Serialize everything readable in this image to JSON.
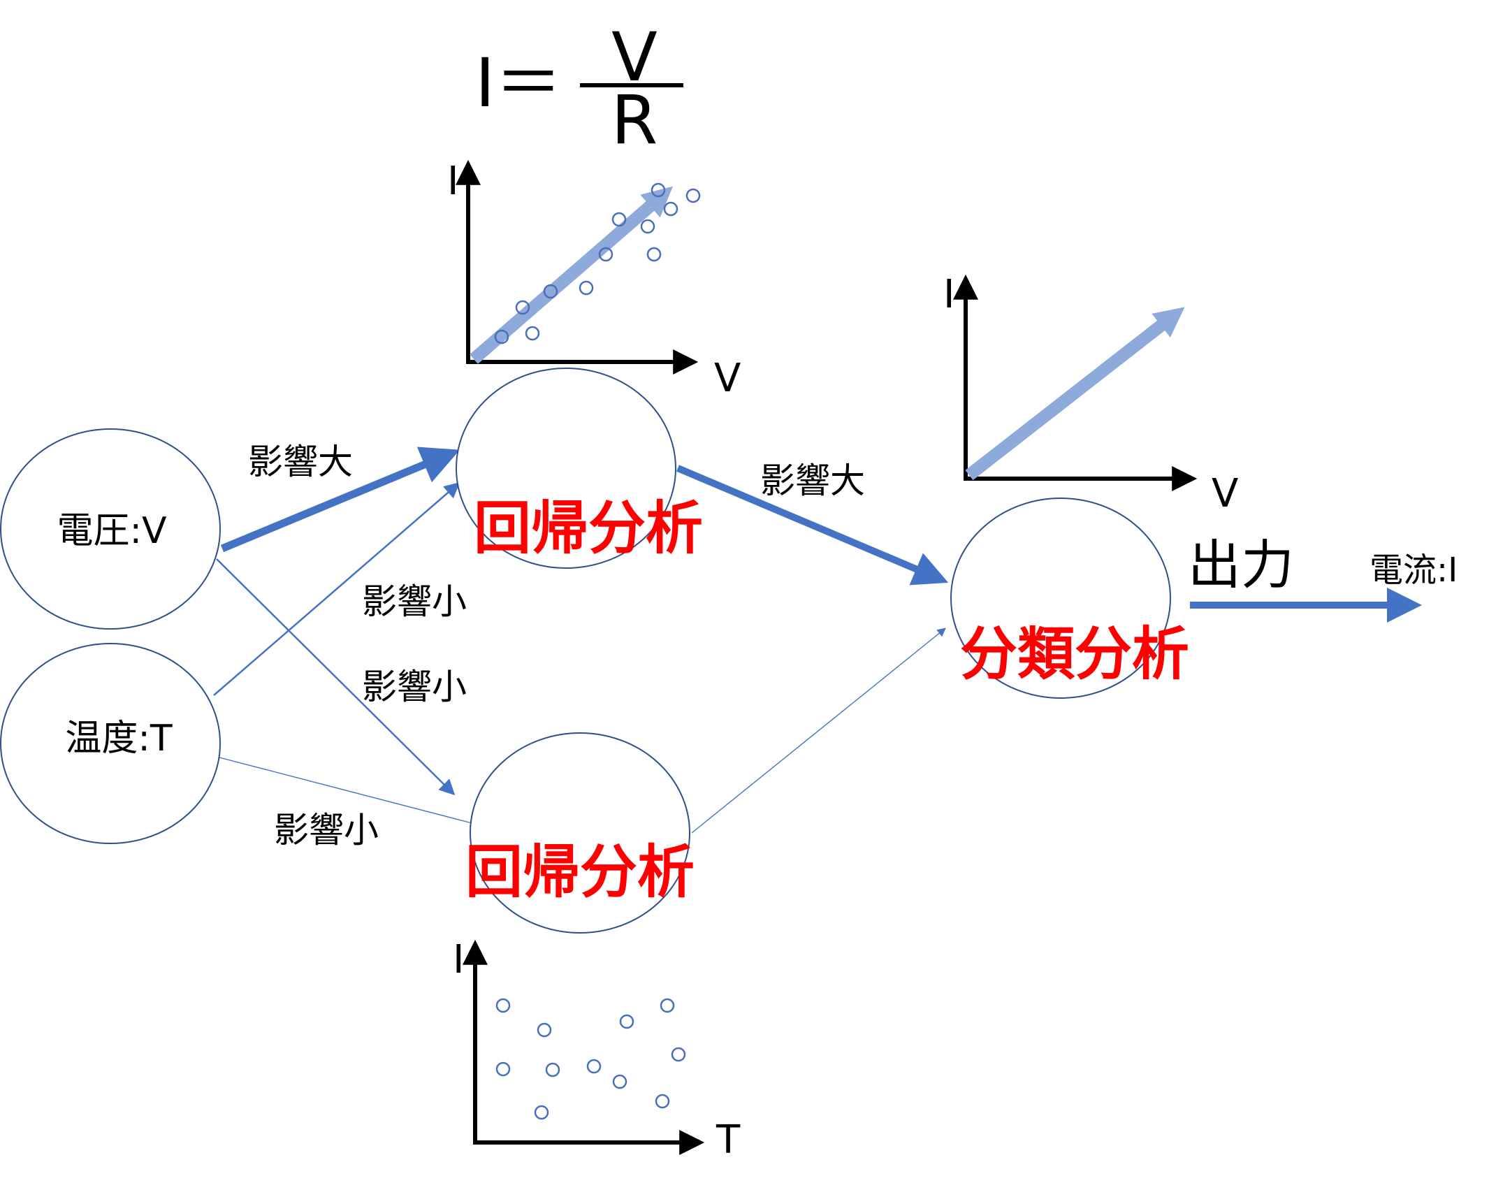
{
  "formula": {
    "lhs": "I＝",
    "numerator": "V",
    "denominator": "R"
  },
  "colors": {
    "arrow": "#4472c4",
    "trend": "#8eaadb",
    "node_stroke": "#2f4f8a",
    "red_text": "#ff0000",
    "axis": "#000000"
  },
  "nodes": {
    "voltage": "電圧:V",
    "temperature": "温度:T",
    "regression_top": "回帰分析",
    "regression_bottom": "回帰分析",
    "classification": "分類分析"
  },
  "edge_labels": {
    "v_to_reg_top": "影響大",
    "reg_top_to_class": "影響大",
    "t_to_reg_top": "影響小",
    "v_to_reg_bottom": "影響小",
    "t_to_reg_bottom": "影響小"
  },
  "output": {
    "label": "出力",
    "target": "電流:I"
  },
  "plots": {
    "top": {
      "y_label": "I",
      "x_label": "V"
    },
    "right": {
      "y_label": "I",
      "x_label": "V"
    },
    "bottom": {
      "y_label": "I",
      "x_label": "T"
    }
  }
}
